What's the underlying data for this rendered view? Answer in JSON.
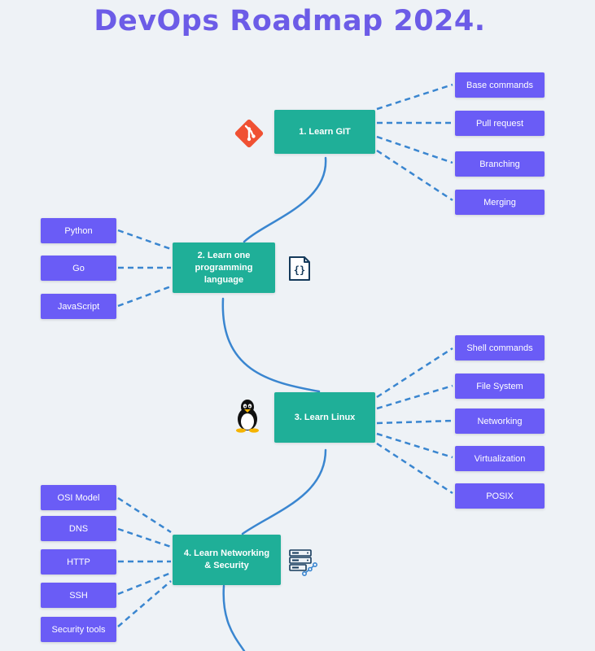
{
  "title": "DevOps Roadmap 2024.",
  "steps": [
    {
      "label": "1.  Learn GIT",
      "icon": "git-icon",
      "topics": [
        "Base commands",
        "Pull request",
        "Branching",
        "Merging"
      ]
    },
    {
      "label": "2.     Learn one\nprogramming\nlanguage",
      "icon": "code-file-icon",
      "topics": [
        "Python",
        "Go",
        "JavaScript"
      ]
    },
    {
      "label": "3.  Learn Linux",
      "icon": "linux-tux-icon",
      "topics": [
        "Shell commands",
        "File System",
        "Networking",
        "Virtualization",
        "POSIX"
      ]
    },
    {
      "label": "4.  Learn Networking\n& Security",
      "icon": "network-server-icon",
      "topics": [
        "OSI Model",
        "DNS",
        "HTTP",
        "SSH",
        "Security tools"
      ]
    }
  ],
  "colors": {
    "title": "#6c5ce7",
    "step_box": "#1faf98",
    "topic_box": "#6a5cf6",
    "connector": "#3a86d0"
  }
}
